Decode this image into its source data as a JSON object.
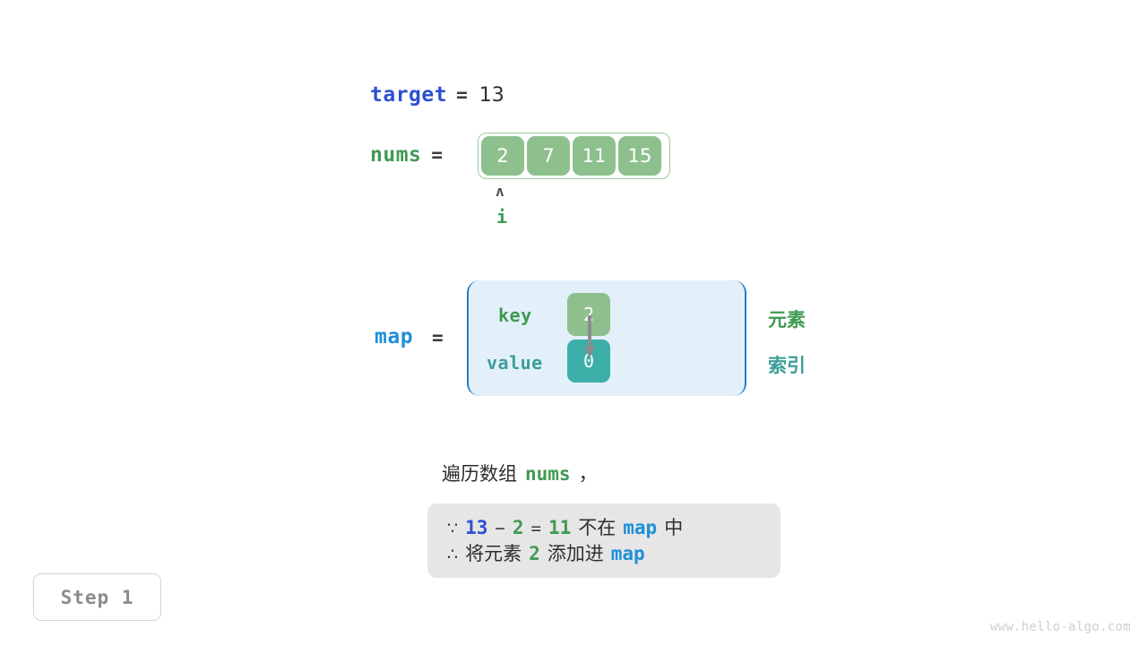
{
  "variables": {
    "target": {
      "name": "target",
      "equals": "=",
      "value": "13"
    },
    "nums": {
      "name": "nums",
      "equals": "=",
      "cells": [
        "2",
        "7",
        "11",
        "15"
      ]
    },
    "map": {
      "name": "map",
      "equals": "=",
      "key_label": "key",
      "value_label": "value",
      "key_cell": "2",
      "value_cell": "0"
    }
  },
  "pointer": {
    "caret": "ʌ",
    "label": "i"
  },
  "annotations": {
    "element": "元素",
    "index": "索引"
  },
  "caption": {
    "prefix": "遍历数组",
    "code": "nums",
    "suffix": "，"
  },
  "reasoning": {
    "line1": {
      "symbol": "∵",
      "a": "13",
      "op1": "−",
      "b": "2",
      "op2": "=",
      "c": "11",
      "text1": "不在",
      "code": "map",
      "text2": "中"
    },
    "line2": {
      "symbol": "∴",
      "text1": "将元素",
      "value": "2",
      "text2": "添加进",
      "code": "map"
    }
  },
  "step_badge": "Step 1",
  "watermark": "www.hello-algo.com",
  "colors": {
    "blue_var": "#2c50d4",
    "blue_map": "#1f8fd8",
    "green_var": "#3f9a52",
    "green_cell": "#8dc08d",
    "teal_cell": "#3bafa8",
    "teal_text": "#3c9e98",
    "map_bg": "#e3f0fa",
    "map_border": "#1f7fc6",
    "reason_bg": "#e6e6e6",
    "badge_text": "#8c8c8c",
    "watermark": "#cfcfcf"
  }
}
